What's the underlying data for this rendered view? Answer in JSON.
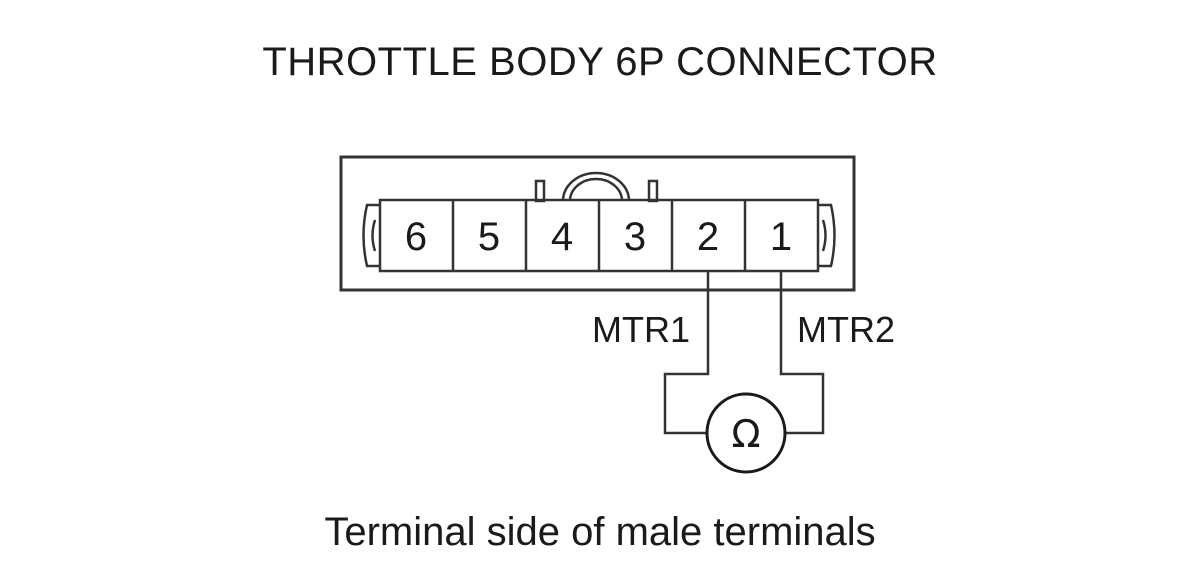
{
  "title": "THROTTLE BODY 6P CONNECTOR",
  "caption": "Terminal side of male terminals",
  "connector": {
    "pins": [
      {
        "number": "6"
      },
      {
        "number": "5"
      },
      {
        "number": "4"
      },
      {
        "number": "3"
      },
      {
        "number": "2"
      },
      {
        "number": "1"
      }
    ]
  },
  "wires": {
    "left_label": "MTR1",
    "right_label": "MTR2"
  },
  "meter": {
    "symbol": "Ω",
    "icon": "ohmmeter-icon"
  }
}
